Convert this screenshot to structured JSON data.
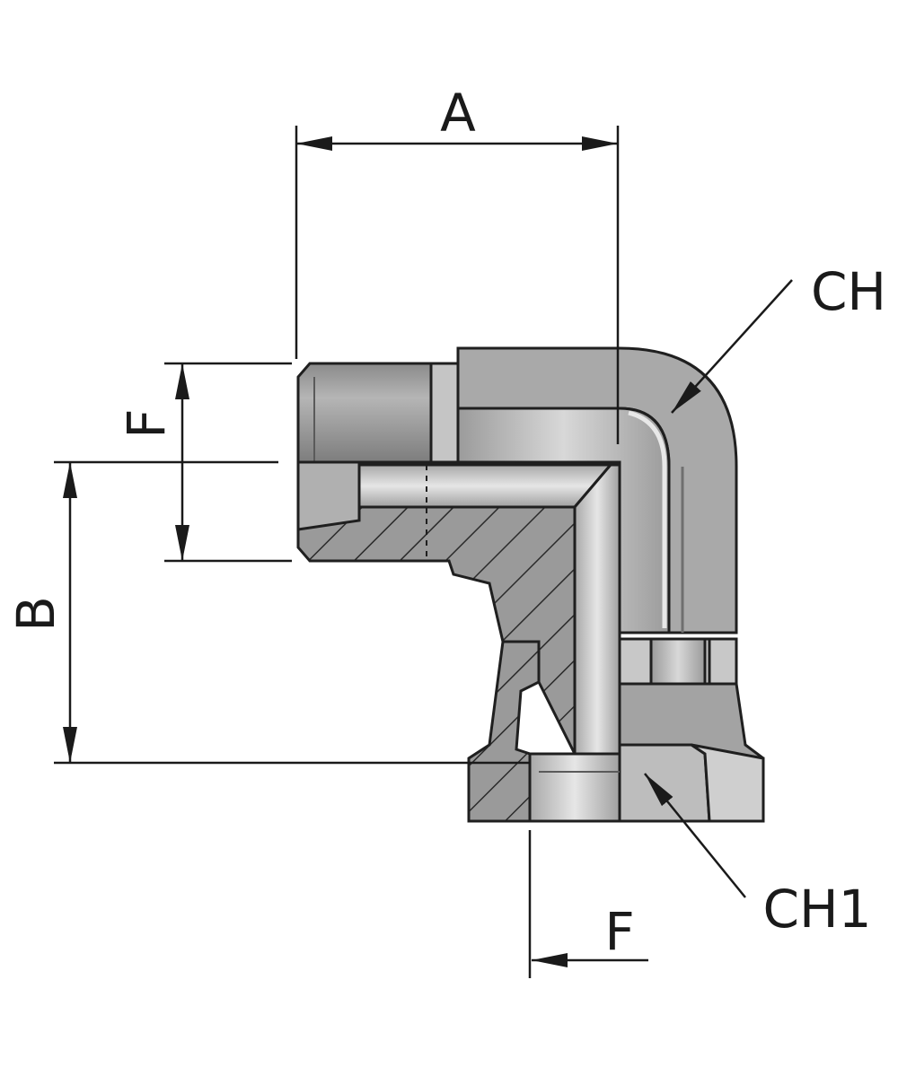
{
  "labels": {
    "dim_a": "A",
    "dim_b": "B",
    "dim_f_vertical": "F",
    "dim_f_horizontal": "F",
    "ch": "CH",
    "ch1": "CH1"
  }
}
